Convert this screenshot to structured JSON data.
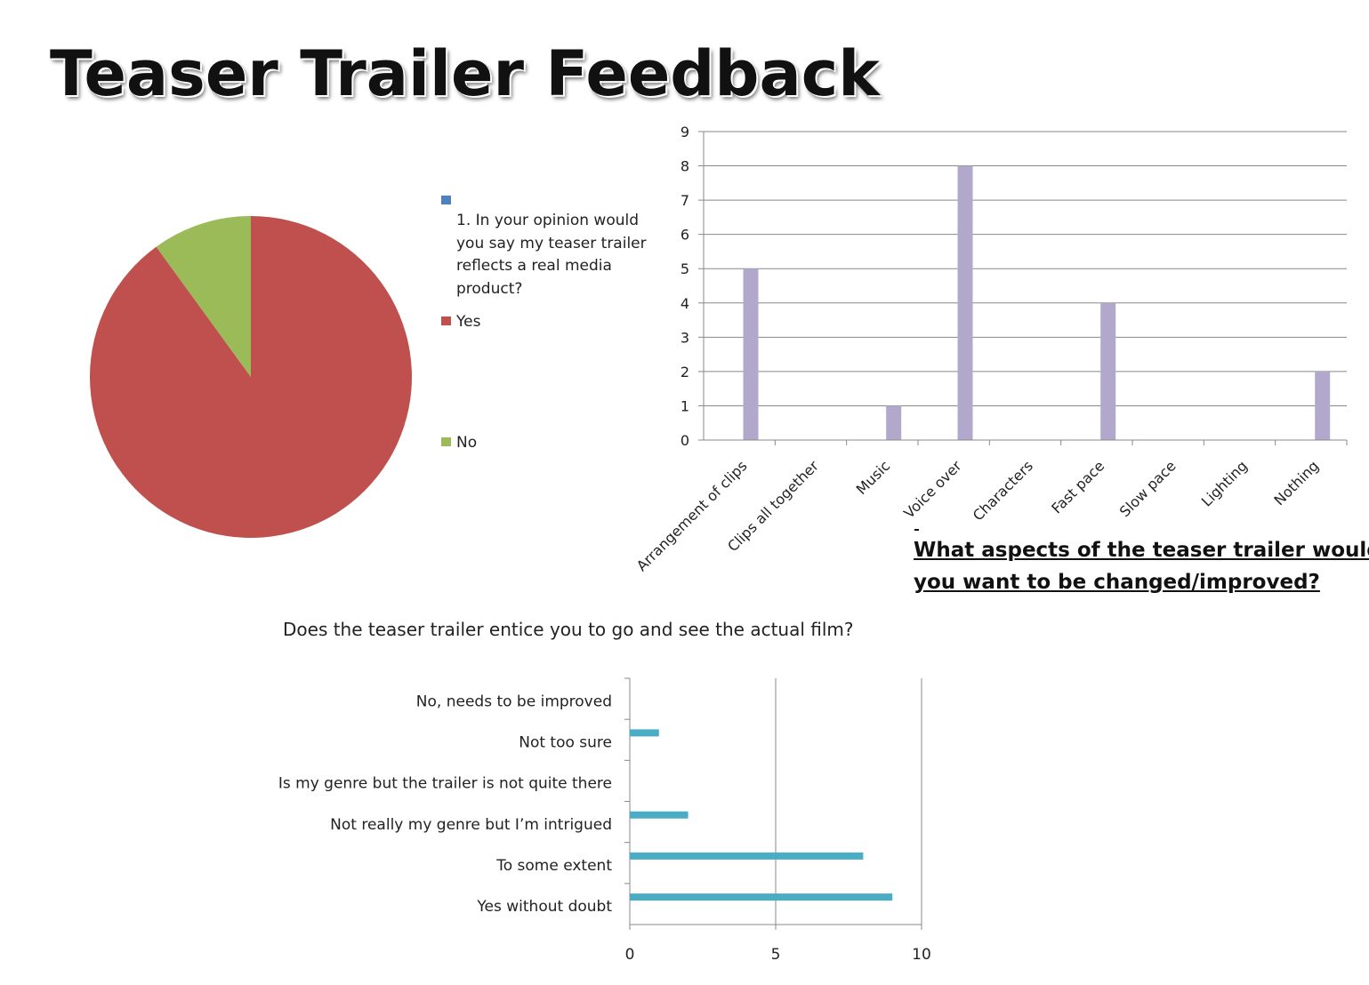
{
  "page": {
    "title": "Teaser Trailer Feedback"
  },
  "chart_data": [
    {
      "type": "pie",
      "legend_position": "right",
      "legend_entries": [
        "",
        "Yes",
        "No"
      ],
      "legend_title_text": "1. In your opinion would you say my teaser trailer reflects a real media product?",
      "categories": [
        "",
        "Yes",
        "No"
      ],
      "values": [
        0,
        9,
        1
      ],
      "colors": [
        "#4f81bd",
        "#c0504d",
        "#9bbb59"
      ]
    },
    {
      "type": "bar",
      "orientation": "vertical",
      "categories": [
        "Arrangement of clips",
        "Clips all together",
        "Music",
        "Voice over",
        "Characters",
        "Fast pace",
        "Slow pace",
        "Lighting",
        "Nothing"
      ],
      "values": [
        5,
        0,
        1,
        8,
        0,
        4,
        0,
        0,
        2
      ],
      "ylim": [
        0,
        9
      ],
      "yticks": [
        "0",
        "1",
        "2",
        "3",
        "4",
        "5",
        "6",
        "7",
        "8",
        "9"
      ],
      "grid": true,
      "color": "#b2a8cc",
      "caption_lines": [
        "What aspects of the teaser trailer would",
        "you want to be changed/improved?"
      ]
    },
    {
      "type": "bar",
      "orientation": "horizontal",
      "title": "Does the teaser trailer entice you to go and  see the actual film?",
      "categories": [
        "No, needs to be improved",
        "Not too sure",
        "Is my genre but the trailer is not quite there",
        "Not really my genre but I’m intrigued",
        "To some extent",
        "Yes without doubt"
      ],
      "values": [
        0,
        1,
        0,
        2,
        8,
        9
      ],
      "xlim": [
        0,
        10
      ],
      "xticks": [
        "0",
        "5",
        "10"
      ],
      "grid": true,
      "color": "#4bacc6"
    }
  ]
}
